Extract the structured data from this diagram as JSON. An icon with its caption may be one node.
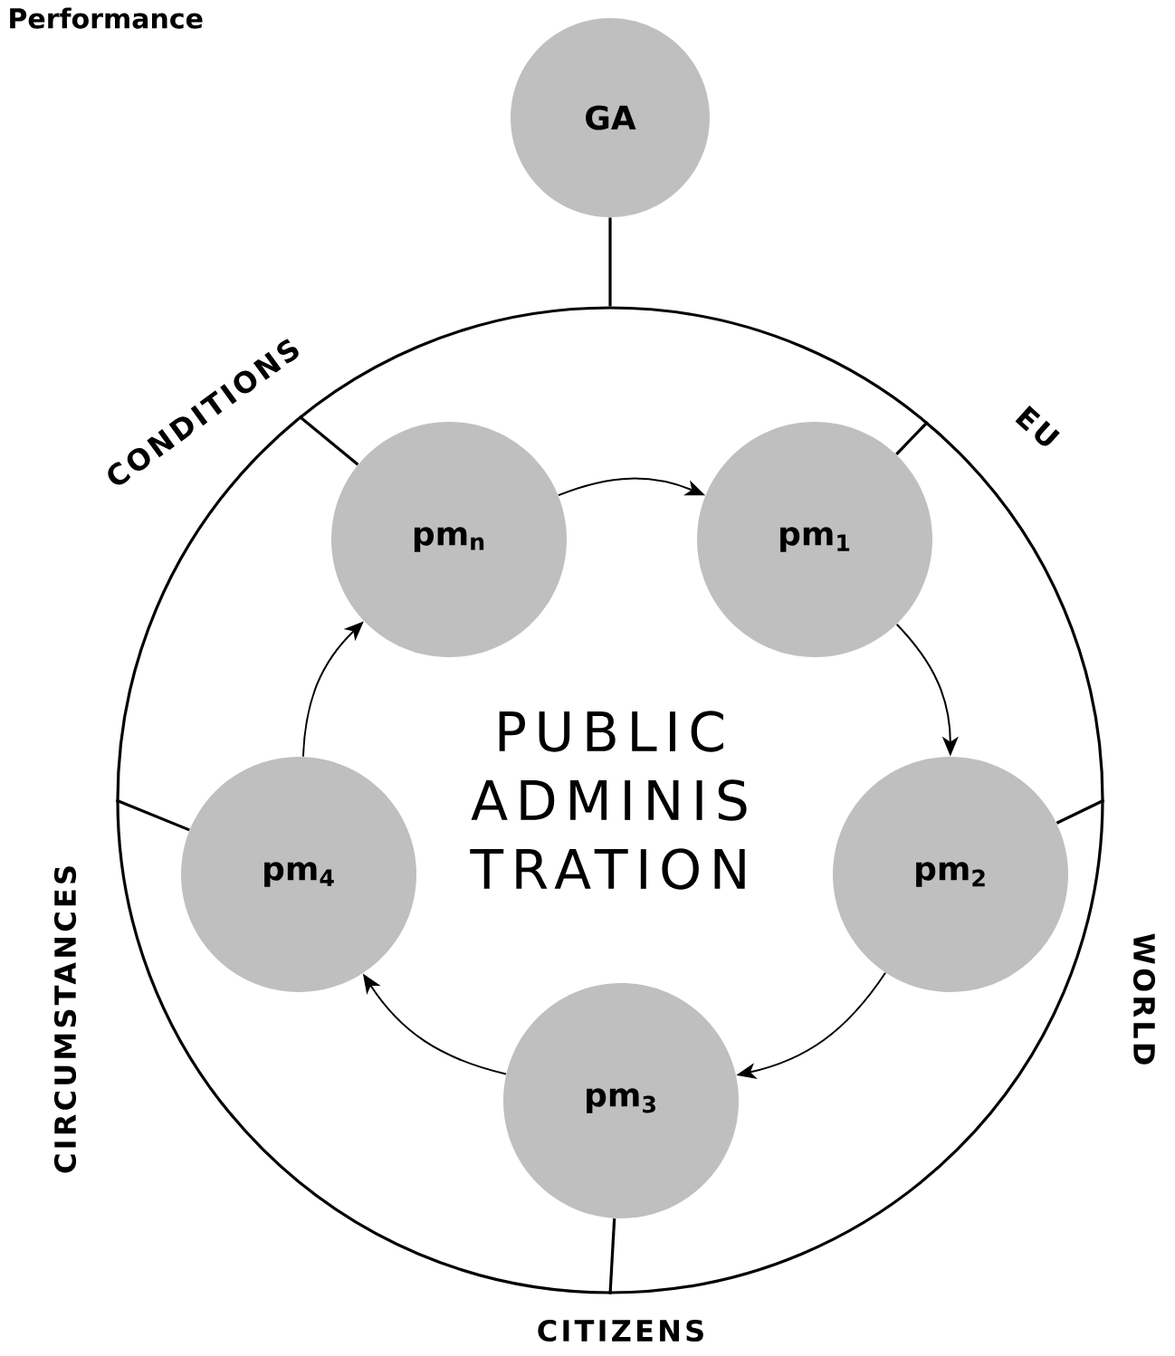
{
  "diagram": {
    "title": "Performance",
    "nodes": [
      {
        "text": [
          "GA"
        ]
      },
      {
        "text": [
          "PUBLIC ADMINIS TRATION"
        ]
      },
      {
        "text": [
          "pm$_{n}$"
        ],
        "in": 1
      },
      {
        "text": [
          "pm$_{1}$"
        ],
        "in": 1
      },
      {
        "text": [
          "pm$_{2}$"
        ],
        "in": 1
      },
      {
        "text": [
          "pm$_{3}$"
        ],
        "in": 1
      },
      {
        "text": [
          "pm$_{4}$"
        ],
        "in": 1
      }
    ],
    "edges": [
      {
        "from": 2,
        "to": 3,
        "arrow": "to"
      },
      {
        "from": 3,
        "to": 4,
        "arrow": "to"
      },
      {
        "from": 4,
        "to": 5,
        "arrow": "to"
      },
      {
        "from": 5,
        "to": 6,
        "arrow": "to"
      },
      {
        "from": 6,
        "to": 2,
        "arrow": "to"
      },
      {
        "from": 0,
        "to": 1,
        "arrow": "none"
      },
      {
        "from": 2,
        "to": 1,
        "arrow": "none"
      },
      {
        "from": 3,
        "to": 1,
        "arrow": "none"
      },
      {
        "from": 4,
        "to": 1,
        "arrow": "none"
      },
      {
        "from": 5,
        "to": 1,
        "arrow": "none"
      },
      {
        "from": 6,
        "to": 1,
        "arrow": "none"
      }
    ],
    "labels": [
      "CONDITIONS",
      "EU",
      "CIRCUMSTANCES",
      "WORLD",
      "CITIZENS"
    ]
  }
}
